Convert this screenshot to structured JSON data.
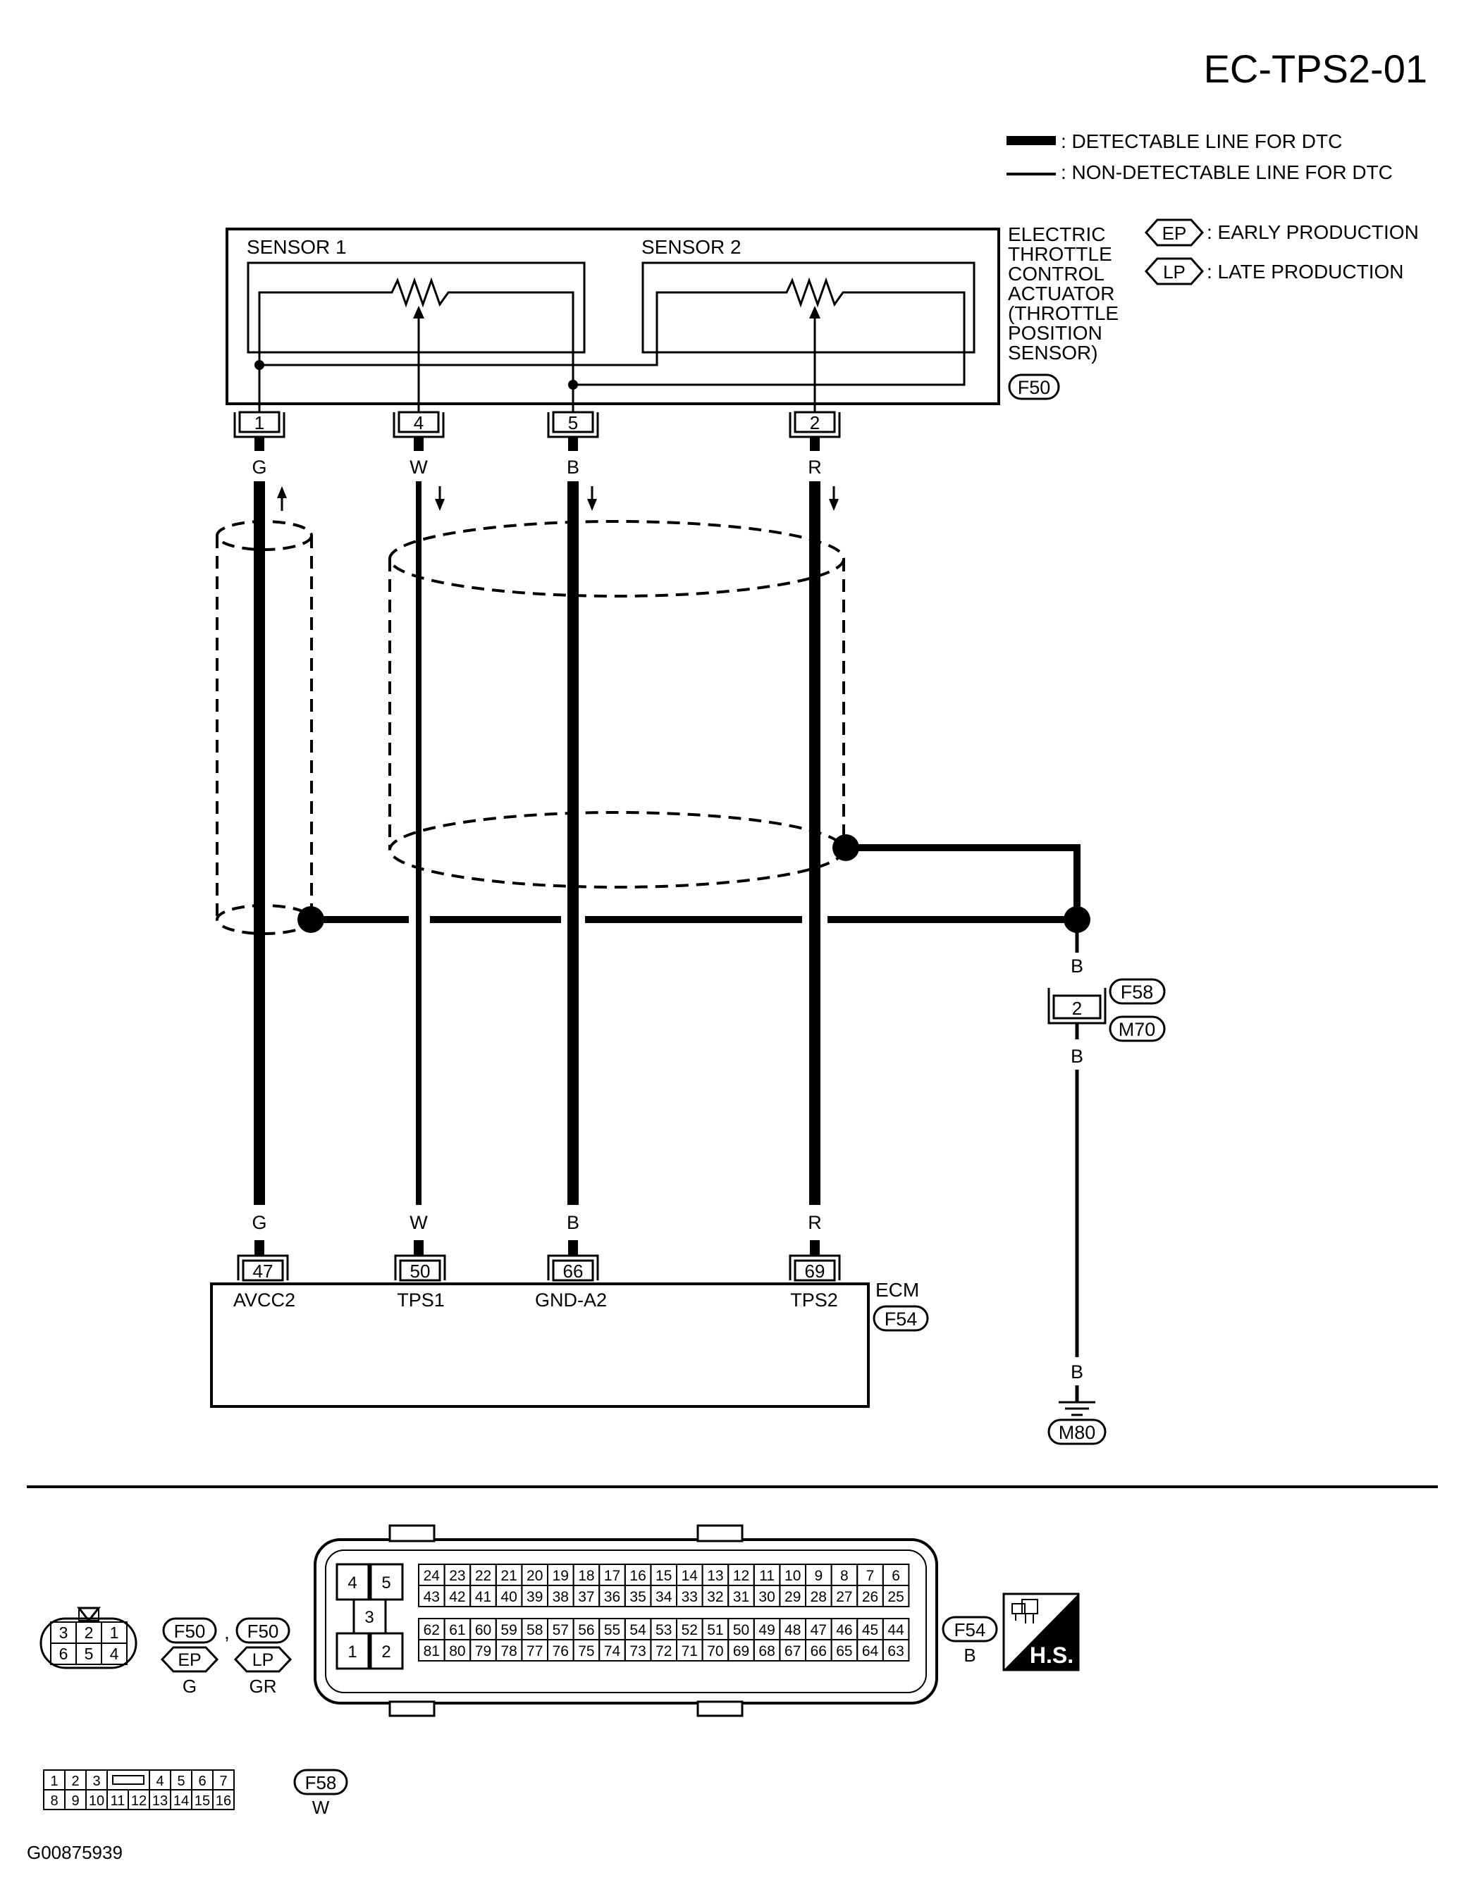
{
  "header": {
    "diagram_id": "EC-TPS2-01"
  },
  "legend": {
    "detectable": ": DETECTABLE LINE FOR DTC",
    "non_detectable": ": NON-DETECTABLE LINE FOR DTC",
    "ep_code": "EP",
    "ep_label": ": EARLY PRODUCTION",
    "lp_code": "LP",
    "lp_label": ": LATE PRODUCTION"
  },
  "actuator": {
    "sensor1": "SENSOR 1",
    "sensor2": "SENSOR 2",
    "name_lines": [
      "ELECTRIC",
      "THROTTLE",
      "CONTROL",
      "ACTUATOR",
      "(THROTTLE",
      "POSITION",
      "SENSOR)"
    ],
    "connector": "F50",
    "pins": [
      "1",
      "4",
      "5",
      "2"
    ]
  },
  "wires": {
    "colors": [
      "G",
      "W",
      "B",
      "R"
    ],
    "ground_color": "B"
  },
  "ecm": {
    "label": "ECM",
    "connector": "F54",
    "pins": [
      "47",
      "50",
      "66",
      "69"
    ],
    "signals": [
      "AVCC2",
      "TPS1",
      "GND-A2",
      "TPS2"
    ]
  },
  "joint": {
    "pin": "2",
    "connector_a": "F58",
    "connector_b": "M70"
  },
  "ground": {
    "label": "M80"
  },
  "bottom": {
    "f50_face": {
      "top": [
        "3",
        "2",
        "1"
      ],
      "bottom": [
        "6",
        "5",
        "4"
      ]
    },
    "f50_variants": [
      {
        "conn": "F50",
        "code": "EP",
        "color": "G"
      },
      {
        "conn": "F50",
        "code": "LP",
        "color": "GR"
      }
    ],
    "f50_separator": ",",
    "ecm_face": {
      "large": [
        "4",
        "5",
        "3",
        "1",
        "2"
      ],
      "row1": [
        "24",
        "23",
        "22",
        "21",
        "20",
        "19",
        "18",
        "17",
        "16",
        "15",
        "14",
        "13",
        "12",
        "11",
        "10",
        "9",
        "8",
        "7",
        "6"
      ],
      "row2": [
        "43",
        "42",
        "41",
        "40",
        "39",
        "38",
        "37",
        "36",
        "35",
        "34",
        "33",
        "32",
        "31",
        "30",
        "29",
        "28",
        "27",
        "26",
        "25"
      ],
      "row3": [
        "62",
        "61",
        "60",
        "59",
        "58",
        "57",
        "56",
        "55",
        "54",
        "53",
        "52",
        "51",
        "50",
        "49",
        "48",
        "47",
        "46",
        "45",
        "44"
      ],
      "row4": [
        "81",
        "80",
        "79",
        "78",
        "77",
        "76",
        "75",
        "74",
        "73",
        "72",
        "71",
        "70",
        "69",
        "68",
        "67",
        "66",
        "65",
        "64",
        "63"
      ]
    },
    "f54_conn": "F54",
    "f54_color": "B",
    "hs_label": "H.S.",
    "f58_face": {
      "top": [
        "1",
        "2",
        "3",
        "4",
        "5",
        "6",
        "7"
      ],
      "bottom": [
        "8",
        "9",
        "10",
        "11",
        "12",
        "13",
        "14",
        "15",
        "16"
      ]
    },
    "f58_conn": "F58",
    "f58_color": "W"
  },
  "footer": {
    "figure_id": "G00875939"
  }
}
